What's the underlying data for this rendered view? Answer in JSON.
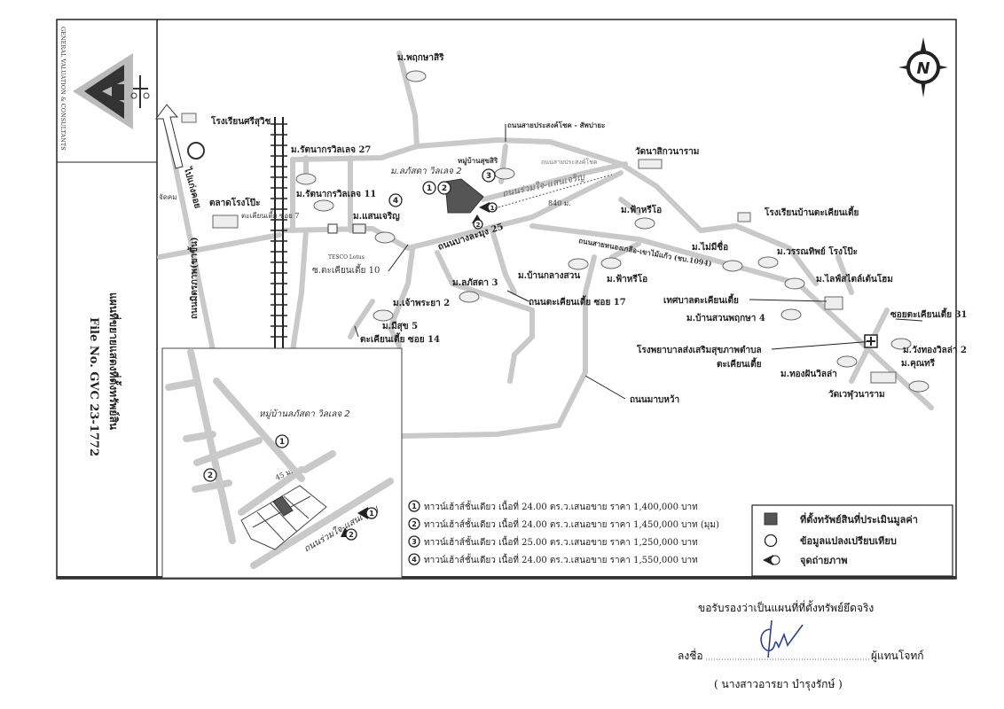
{
  "header": {
    "company_logo_text": "GENERAL VALUATION & CONSULTANTS",
    "map_title": "แผนที่ขยายแสดงที่ตั้งทรัพย์สิน",
    "file_no": "File No. GVC 23-1772"
  },
  "compass": {
    "north_label": "N"
  },
  "map_labels": {
    "pruksasiri": "ม.พฤกษาสิริ",
    "school_srisuwit": "โรงเรียนศรีสุวิช",
    "rattanakorn27": "ม.รัตนากรวิลเลจ 27",
    "rattanakorn11": "ม.รัตนากรวิลเลจ 11",
    "talad_rongpo": "ตลาดโรงโป๊ะ",
    "takhianthia7": "ตะเคียนเตี้ย ซอย 7",
    "saencharoen": "ม.แสนเจริญ",
    "lapatsada2": "ม.ลภัสดา วิลเลจ 2",
    "suksiri": "หมู่บ้านสุขสิริ",
    "road_saiprasat": "ถนนสายประสงค์โชค - สัพปายะ",
    "road_saiprasat2": "ถนนสายประสงค์โชค",
    "road_ruamjai": "ถนนร่วมใจ-แสนเจริญ",
    "distance": "840 ม.",
    "wat_nasikawanaram": "วัดนาสิกวนาราม",
    "road_bangla25": "ถนนบางละมุง 25",
    "soi_takhian10": "ซ.ตะเคียนเตี้ย 10",
    "pawhrio_1": "ม.ฟ้าหรีโอ",
    "pawhrio_2": "ม.ฟ้าหรีโอ",
    "ban_klangsuan": "ม.บ้านกลางสวน",
    "lapatsada3": "ม.ลภัสดา 3",
    "road_takhian17": "ถนนตะเคียนเตี้ย ซอย 17",
    "chaopraya2": "ม.เจ้าพระยา 2",
    "misuk5": "ม.มีสุข 5",
    "takhian14": "ตะเคียนเตี้ย ซอย 14",
    "road_highway": "ถนนสายหนองเกลือ-เขาไม้แก้ว (ชบ.1094)",
    "school_takhian": "โรงเรียนบ้านตะเคียนเตี้ย",
    "mai_mee_chue": "ม.ไม่มีชื่อ",
    "wannatip": "ม.วรรณทิพย์ โรงโป๊ะ",
    "lifestyle": "ม.ไลฟ์สไตล์เต้นโฮม",
    "municipality": "เทศบาลตะเคียนเตี้ย",
    "suan_pruksa4": "ม.บ้านสวนพฤกษา 4",
    "soi_takhian31": "ซอยตะเคียนเตี้ย 31",
    "hospital_1": "โรงพยาบาลส่งเสริมสุขภาพตำบล",
    "hospital_2": "ตะเคียนเตี้ย",
    "wangthong2": "ม.วังทองวิลล่า 2",
    "kunnatree": "ม.คุณทรี",
    "tofu_villa": "ม.ทองฝันวิลล่า",
    "wat_wehuwan": "วัดเวฬุวนาราม",
    "road_mabprao": "ถนนมาบหว้า",
    "road_mittraphap": "ถนนมิตรภาพ(ขาขึ้น)",
    "to_left": "ไปแก่งคอย",
    "left_cut": "จัดคม",
    "tesco": "TESCO Lotus"
  },
  "inset": {
    "village": "หมู่บ้านลภัสดา วิลเลจ 2",
    "road": "ถนนร่วมใจ-แสนเจริญ",
    "distance": "45 ม."
  },
  "comparables": [
    {
      "no": "1",
      "text": "ทาวน์เฮ้าส์ชั้นเดียว เนื้อที่ 24.00 ตร.ว.เสนอขาย  ราคา 1,400,000 บาท"
    },
    {
      "no": "2",
      "text": "ทาวน์เฮ้าส์ชั้นเดียว เนื้อที่ 24.00 ตร.ว.เสนอขาย  ราคา 1,450,000 บาท (มุม)"
    },
    {
      "no": "3",
      "text": "ทาวน์เฮ้าส์ชั้นเดียว เนื้อที่ 25.00 ตร.ว.เสนอขาย  ราคา 1,250,000 บาท"
    },
    {
      "no": "4",
      "text": "ทาวน์เฮ้าส์ชั้นเดียว เนื้อที่ 24.00 ตร.ว.เสนอขาย  ราคา 1,550,000 บาท"
    }
  ],
  "legend": {
    "subject": "ที่ตั้งทรัพย์สินที่ประเมินมูลค่า",
    "comparable": "ข้อมูลแปลงเปรียบเทียบ",
    "photo": "จุดถ่ายภาพ"
  },
  "certification": {
    "statement": "ขอรับรองว่าเป็นแผนที่ที่ตั้งทรัพย์ยึดจริง",
    "sign_label": "ลงชื่อ",
    "role": "ผู้แทนโจทก์",
    "name": "( นางสาวอารยา บำรุงรักษ์ )"
  },
  "colors": {
    "subject_fill": "#555555",
    "road": "#c9c9c9",
    "signature": "#2a3fa0"
  }
}
